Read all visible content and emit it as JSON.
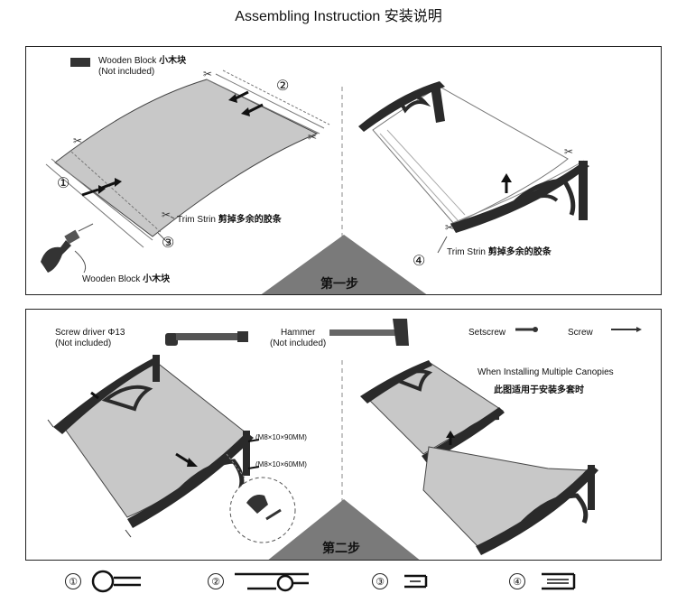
{
  "header": {
    "title_en": "Assembling Instruction",
    "title_cn": "安装说明"
  },
  "step1": {
    "wooden_block_legend": "Wooden Block",
    "wooden_block_legend_cn": "小木块",
    "not_included": "(Not included)",
    "trim_strin": "Trim Strin",
    "trim_strin_cn": "剪掉多余的胶条",
    "wooden_block_bottom": "Wooden Block",
    "wooden_block_bottom_cn": "小木块",
    "markers": [
      "①",
      "②",
      "③",
      "④"
    ],
    "trim_strin_right": "Trim Strin",
    "trim_strin_right_cn": "剪掉多余的胶条",
    "step_label": "第一步"
  },
  "step2": {
    "screwdriver": "Screw driver Φ13",
    "screwdriver_note": "(Not included)",
    "hammer": "Hammer",
    "hammer_note": "(Not included)",
    "setscrew": "Setscrew",
    "screw": "Screw",
    "bolt1": "(M8×10×90MM)",
    "bolt2": "(M8×10×60MM)",
    "multi_en": "When Installing Multiple Canopies",
    "multi_cn": "此图适用于安装多套时",
    "step_label": "第二步"
  },
  "bottom": {
    "items": [
      "①",
      "②",
      "③",
      "④"
    ]
  },
  "colors": {
    "panel_fill": "#c8c8c8",
    "bracket": "#2a2a2a",
    "step_triangle": "#7a7a7a"
  }
}
